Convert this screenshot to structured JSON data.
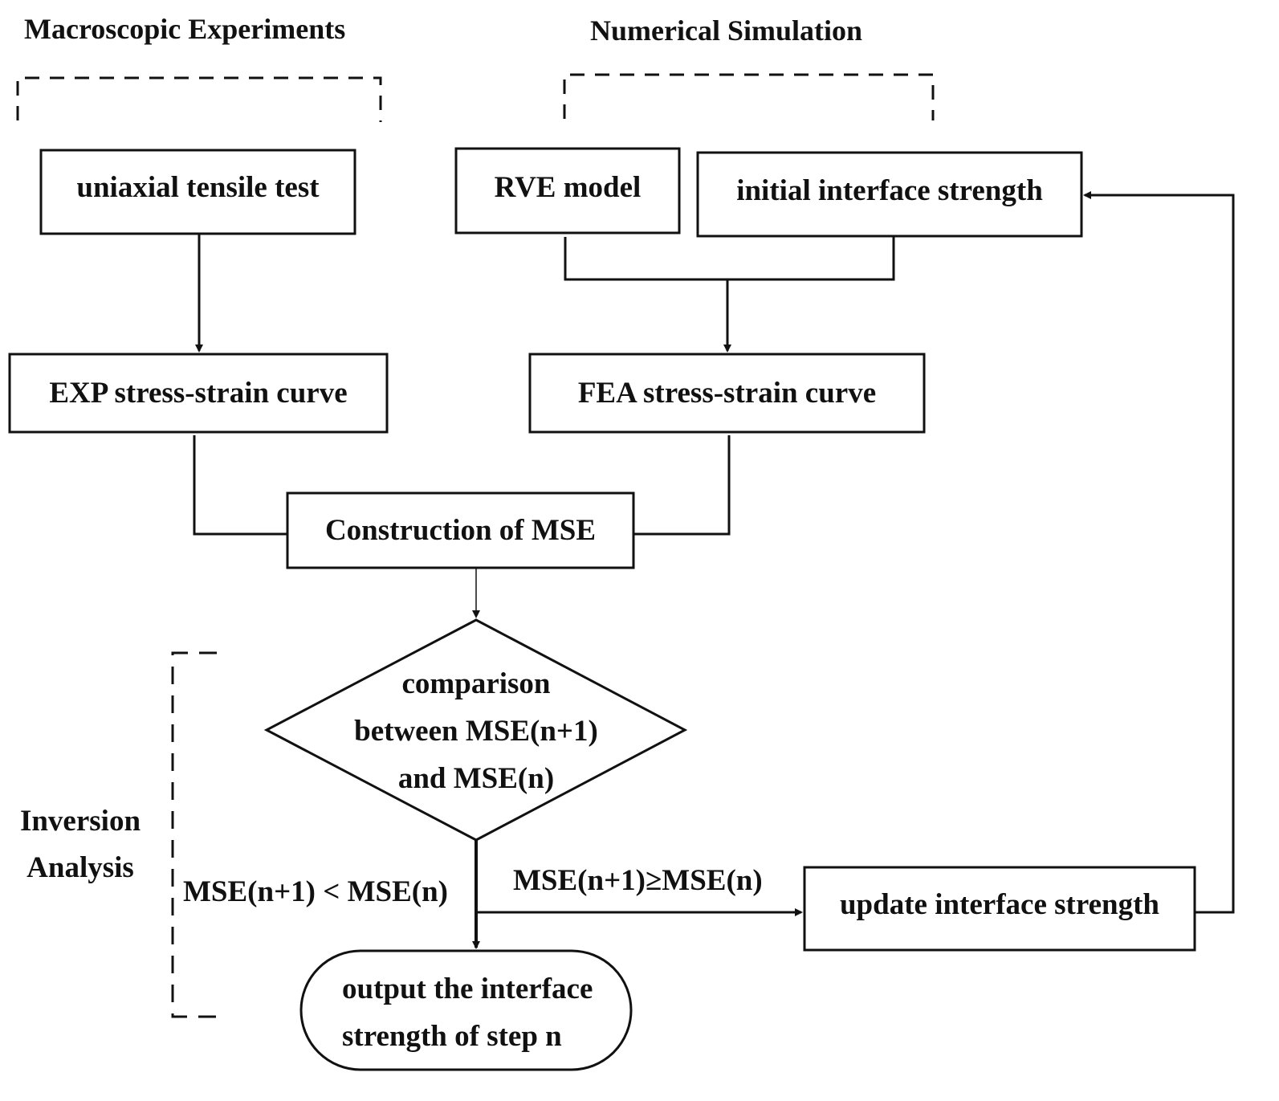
{
  "sections": {
    "experiments": "Macroscopic Experiments",
    "simulation": "Numerical Simulation",
    "inversion_line1": "Inversion",
    "inversion_line2": "Analysis"
  },
  "nodes": {
    "tensile_test": "uniaxial tensile test",
    "rve_model": "RVE model",
    "initial_strength": "initial interface strength",
    "exp_curve": "EXP stress-strain curve",
    "fea_curve": "FEA stress-strain curve",
    "construction_mse": "Construction of MSE",
    "comparison_line1": "comparison",
    "comparison_line2": "between MSE(n+1)",
    "comparison_line3": "and MSE(n)",
    "update_strength": "update interface strength",
    "output_line1": "output the interface",
    "output_line2": "strength of step n"
  },
  "edges": {
    "less_than": "MSE(n+1) < MSE(n)",
    "greater_equal": "MSE(n+1)≥MSE(n)"
  },
  "colors": {
    "stroke": "#111111",
    "background": "#ffffff"
  }
}
